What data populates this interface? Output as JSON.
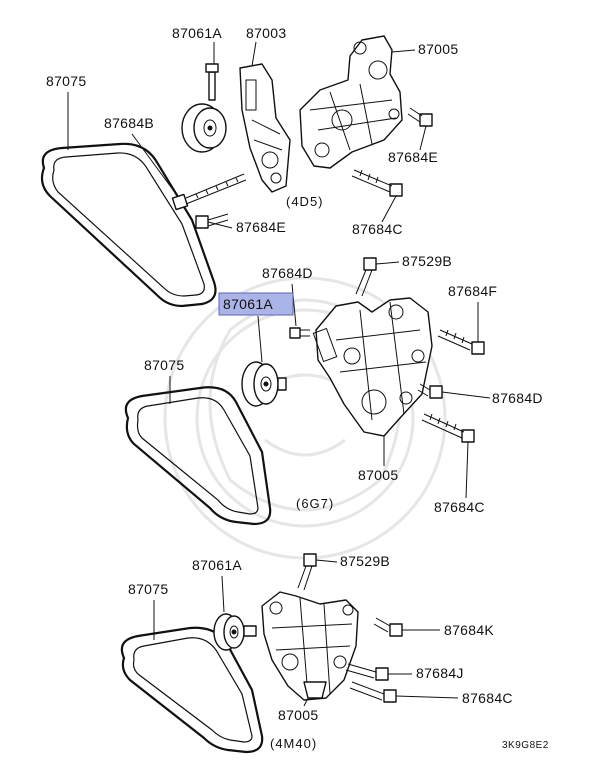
{
  "diagram": {
    "reference_code": "3K9G8E2",
    "colors": {
      "highlight": "#aab4e6",
      "highlight_border": "#5a66b8",
      "line": "#111111"
    },
    "watermark": "logo-watermark",
    "groups": [
      {
        "variant": "(4D5)",
        "labels": [
          "87061A",
          "87003",
          "87005",
          "87075",
          "87684B",
          "87684E",
          "87684E",
          "87684C"
        ]
      },
      {
        "variant": "(6G7)",
        "highlighted": "87061A",
        "labels": [
          "87684D",
          "87529B",
          "87061A",
          "87684F",
          "87075",
          "87684D",
          "87005",
          "87684C"
        ]
      },
      {
        "variant": "(4M40)",
        "labels": [
          "87061A",
          "87529B",
          "87075",
          "87684K",
          "87684J",
          "87684C",
          "87005"
        ]
      }
    ]
  }
}
